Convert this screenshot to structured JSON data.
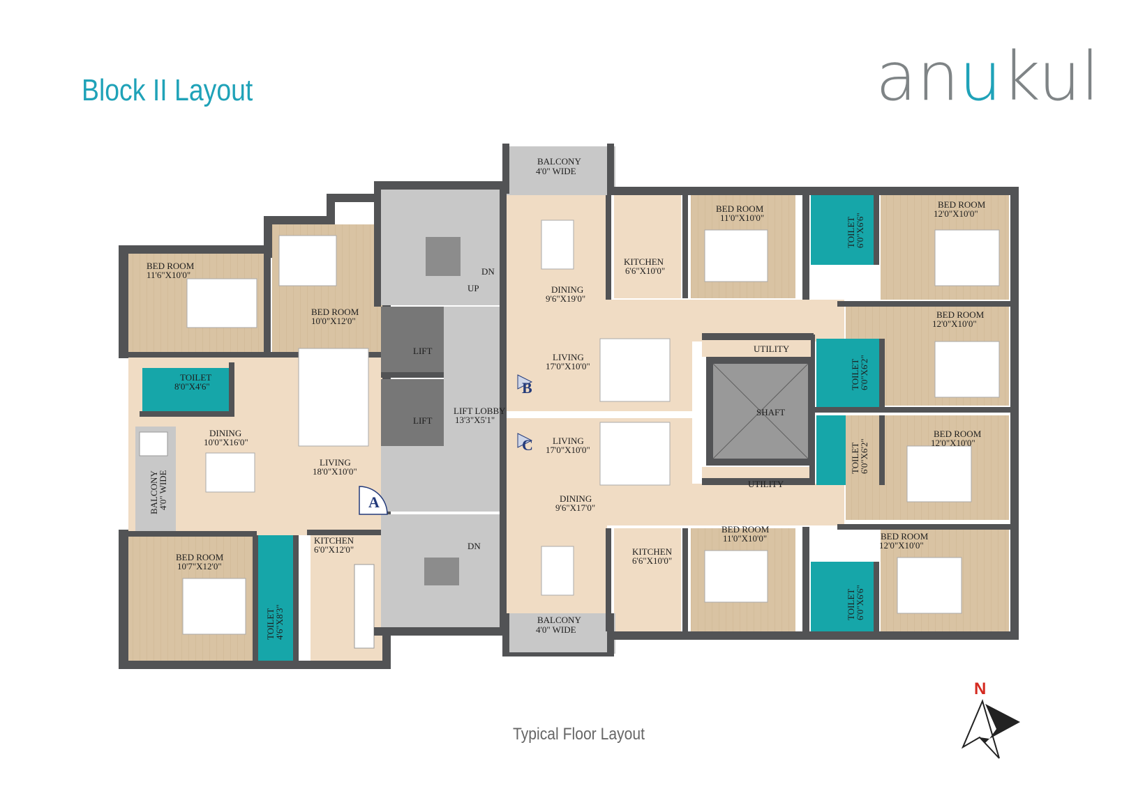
{
  "page_title": "Block II Layout",
  "logo": {
    "pre": "an",
    "mid": "u",
    "post": "kul"
  },
  "caption": "Typical Floor Layout",
  "compass": {
    "label": "N"
  },
  "colors": {
    "title": "#1fa2b8",
    "room_floor": "#d9c3a3",
    "common_floor": "#f0dcc4",
    "toilet": "#16a6a9",
    "lobby": "#c8c8c8",
    "wall": "#525355",
    "badge": "#233a7a"
  },
  "units": {
    "a": "A",
    "b": "B",
    "c": "C"
  },
  "rooms": {
    "a_bed1": {
      "name": "BED ROOM",
      "size": "11'6\"X10'0\""
    },
    "a_bed2": {
      "name": "BED ROOM",
      "size": "10'0\"X12'0\""
    },
    "a_bed3": {
      "name": "BED ROOM",
      "size": "10'7\"X12'0\""
    },
    "a_toilet1": {
      "name": "TOILET",
      "size": "8'0\"X4'6\""
    },
    "a_toilet2": {
      "name": "TOILET",
      "size": "4'6\"X8'3\""
    },
    "a_dining": {
      "name": "DINING",
      "size": "10'0\"X16'0\""
    },
    "a_living": {
      "name": "LIVING",
      "size": "18'0\"X10'0\""
    },
    "a_kitchen": {
      "name": "KITCHEN",
      "size": "6'0\"X12'0\""
    },
    "a_balcony": {
      "name": "BALCONY",
      "size": "4'0\" WIDE"
    },
    "lift1": "LIFT",
    "lift2": "LIFT",
    "lift_lobby": {
      "name": "LIFT LOBBY",
      "size": "13'3\"X5'1\""
    },
    "dn_top": "DN",
    "up_top": "UP",
    "dn_bottom": "DN",
    "b_balcony": {
      "name": "BALCONY",
      "size": "4'0\" WIDE"
    },
    "b_dining": {
      "name": "DINING",
      "size": "9'6\"X19'0\""
    },
    "b_living": {
      "name": "LIVING",
      "size": "17'0\"X10'0\""
    },
    "b_kitchen": {
      "name": "KITCHEN",
      "size": "6'6\"X10'0\""
    },
    "b_bed1": {
      "name": "BED ROOM",
      "size": "11'0\"X10'0\""
    },
    "b_toilet1": {
      "name": "TOILET",
      "size": "6'0\"X6'6\""
    },
    "b_bed2": {
      "name": "BED ROOM",
      "size": "12'0\"X10'0\""
    },
    "b_bed3": {
      "name": "BED ROOM",
      "size": "12'0\"X10'0\""
    },
    "b_toilet2": {
      "name": "TOILET",
      "size": "6'0\"X6'2\""
    },
    "utility_top": "UTILITY",
    "shaft": "SHAFT",
    "utility_bottom": "UTILITY",
    "c_living": {
      "name": "LIVING",
      "size": "17'0\"X10'0\""
    },
    "c_dining": {
      "name": "DINING",
      "size": "9'6\"X17'0\""
    },
    "c_kitchen": {
      "name": "KITCHEN",
      "size": "6'6\"X10'0\""
    },
    "c_balcony": {
      "name": "BALCONY",
      "size": "4'0\" WIDE"
    },
    "c_bed1": {
      "name": "BED ROOM",
      "size": "11'0\"X10'0\""
    },
    "c_toilet1": {
      "name": "TOILET",
      "size": "6'0\"X6'2\""
    },
    "c_bed2": {
      "name": "BED ROOM",
      "size": "12'0\"X10'0\""
    },
    "c_bed3": {
      "name": "BED ROOM",
      "size": "12'0\"X10'0\""
    },
    "c_toilet2": {
      "name": "TOILET",
      "size": "6'0\"X6'6\""
    }
  }
}
